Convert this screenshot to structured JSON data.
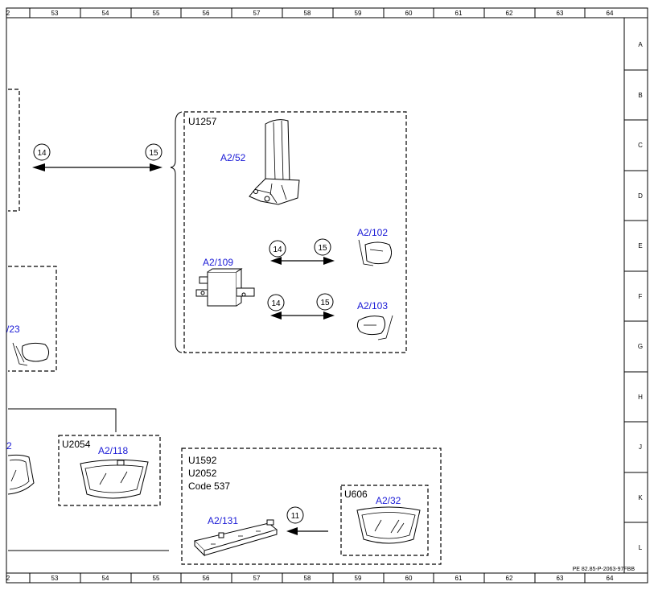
{
  "grid": {
    "top_numbers": [
      "2",
      "53",
      "54",
      "55",
      "56",
      "57",
      "58",
      "59",
      "60",
      "61",
      "62",
      "63",
      "64"
    ],
    "bottom_numbers": [
      "2",
      "53",
      "54",
      "55",
      "56",
      "57",
      "58",
      "59",
      "60",
      "61",
      "62",
      "63",
      "64"
    ],
    "row_letters": [
      "A",
      "B",
      "C",
      "D",
      "E",
      "F",
      "G",
      "H",
      "J",
      "K",
      "L"
    ]
  },
  "diagram": {
    "group_u1257": {
      "label": "U1257",
      "connector_a2_52": "A2/52",
      "part_a2_109": "A2/109",
      "mirror_right": "A2/102",
      "mirror_left": "A2/103",
      "arrow1_left": "14",
      "arrow1_right": "15",
      "arrow2_left": "14",
      "arrow2_right": "15"
    },
    "left_arrow": {
      "left": "14",
      "right": "15"
    },
    "left_partial_label": "/23",
    "left_partial_label2": "2",
    "group_u2054": {
      "label": "U2054",
      "part": "A2/118"
    },
    "group_u1592": {
      "line1": "U1592",
      "line2": "U2052",
      "line3": "Code 537",
      "part_a2_131": "A2/131",
      "connector_num": "11"
    },
    "group_u606": {
      "label": "U606",
      "part": "A2/32"
    },
    "drawing_number": "PE 82.85-P-2063-97FBB"
  }
}
